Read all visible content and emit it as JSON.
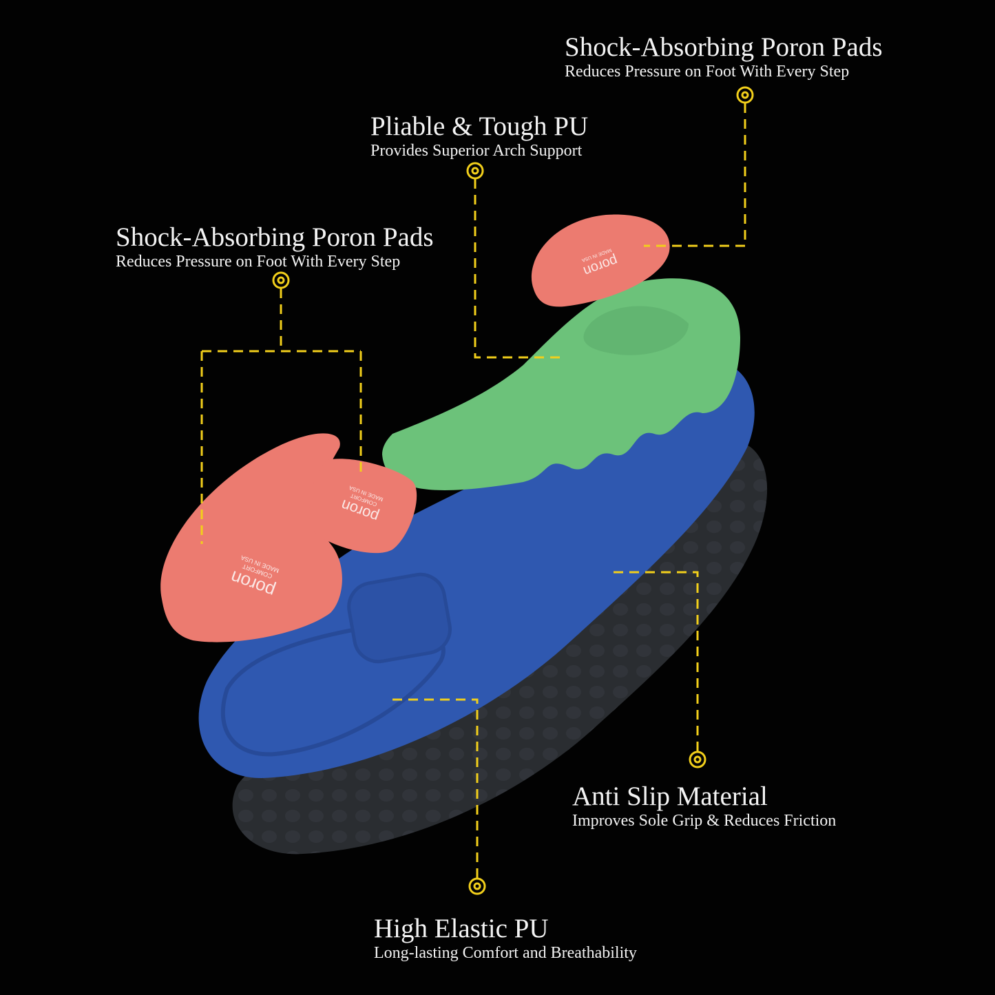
{
  "callouts": [
    {
      "title": "Shock-Absorbing Poron Pads",
      "subtitle": "Reduces Pressure on Foot With Every Step"
    },
    {
      "title": "Pliable & Tough PU",
      "subtitle": "Provides Superior Arch Support"
    },
    {
      "title": "Shock-Absorbing Poron Pads",
      "subtitle": "Reduces Pressure on Foot With Every Step"
    },
    {
      "title": "Anti Slip Material",
      "subtitle": "Improves Sole Grip & Reduces Friction"
    },
    {
      "title": "High Elastic PU",
      "subtitle": "Long-lasting Comfort and Breathability"
    }
  ],
  "pad_logo": {
    "brand": "poron",
    "line1": "COMFORT",
    "line2": "MADE IN USA"
  },
  "colors": {
    "background": "#020202",
    "leader": "#f2cf1b",
    "pad": "#ec7b70",
    "green": "#6cc27a",
    "blue": "#2f58b0",
    "base": "#2a2d31"
  }
}
